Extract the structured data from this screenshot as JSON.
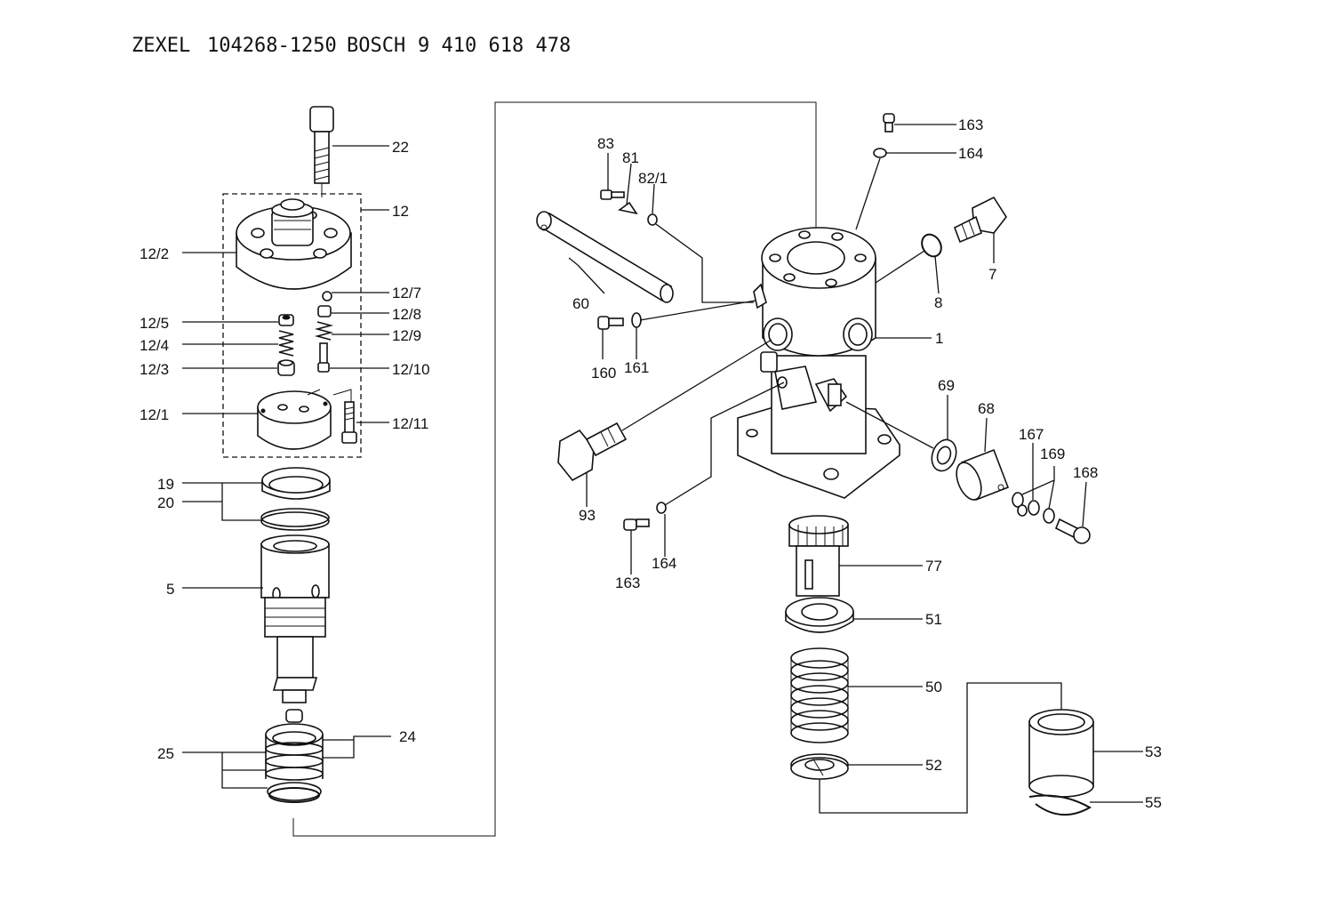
{
  "header": {
    "brand1": "ZEXEL",
    "part_no1": "104268-1250",
    "brand2": "BOSCH",
    "part_no2": "9 410 618 478"
  },
  "labels": {
    "l22": "22",
    "l12": "12",
    "l12_2": "12/2",
    "l12_7": "12/7",
    "l12_5": "12/5",
    "l12_8": "12/8",
    "l12_4": "12/4",
    "l12_9": "12/9",
    "l12_3": "12/3",
    "l12_10": "12/10",
    "l12_1": "12/1",
    "l12_11": "12/11",
    "l19": "19",
    "l20": "20",
    "l5": "5",
    "l25": "25",
    "l24": "24",
    "l83": "83",
    "l81": "81",
    "l82_1": "82/1",
    "l60": "60",
    "l160": "160",
    "l161": "161",
    "l93": "93",
    "l163a": "163",
    "l164a": "164",
    "l163b": "163",
    "l164b": "164",
    "l7": "7",
    "l8": "8",
    "l1": "1",
    "l69": "69",
    "l68": "68",
    "l167": "167",
    "l169": "169",
    "l168": "168",
    "l77": "77",
    "l51": "51",
    "l50": "50",
    "l52": "52",
    "l53": "53",
    "l55": "55"
  }
}
